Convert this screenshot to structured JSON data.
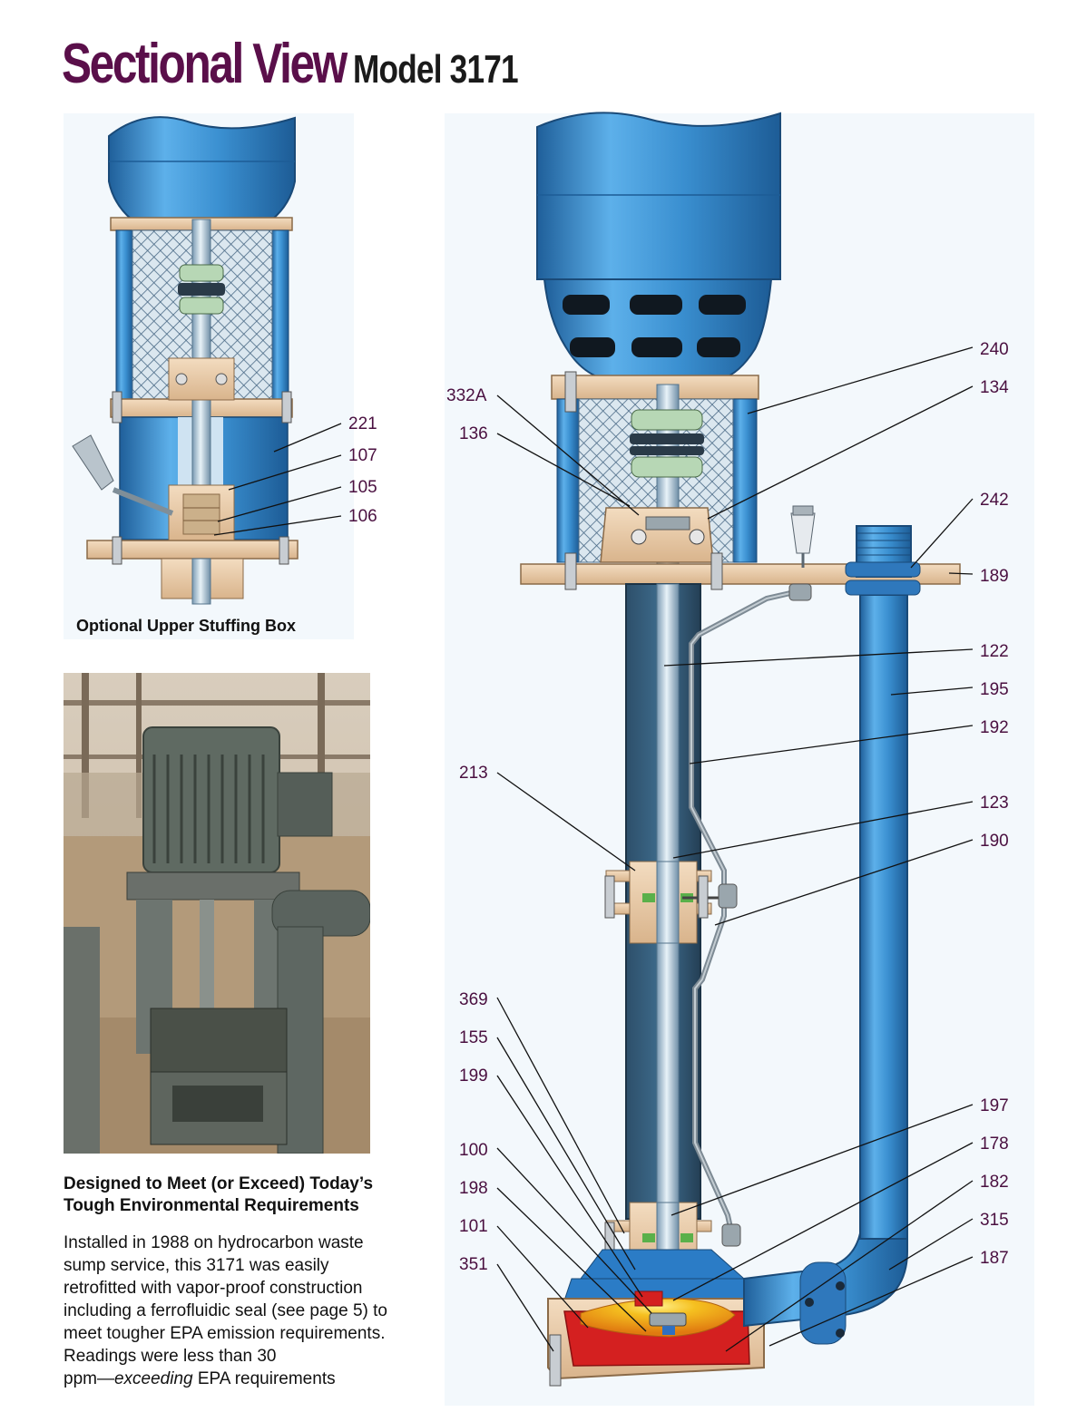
{
  "title": {
    "main": "Sectional View",
    "model": "Model 3171"
  },
  "inset": {
    "caption": "Optional Upper Stuffing Box",
    "labels": [
      {
        "id": "221",
        "text": "221"
      },
      {
        "id": "107",
        "text": "107"
      },
      {
        "id": "105",
        "text": "105"
      },
      {
        "id": "106",
        "text": "106"
      }
    ]
  },
  "main_labels": {
    "right": [
      "240",
      "134",
      "242",
      "189",
      "122",
      "195",
      "192",
      "123",
      "190",
      "197",
      "178",
      "182",
      "315",
      "187"
    ],
    "left": [
      "332A",
      "136",
      "213",
      "369",
      "155",
      "199",
      "100",
      "198",
      "101",
      "351"
    ]
  },
  "article": {
    "heading_line1": "Designed to Meet (or Exceed) Today’s",
    "heading_line2": "Tough Environmental Requirements",
    "body_lines": [
      "Installed in 1988 on hydrocarbon waste",
      "sump service, this 3171 was easily",
      "retrofitted with vapor-proof construction",
      "including a ferrofluidic seal (see page 5) to",
      "meet tougher EPA emission requirements.",
      "Readings were less than 30"
    ],
    "body_last_prefix": "ppm—",
    "body_last_em": "exceeding",
    "body_last_suffix": " EPA requirements"
  },
  "colors": {
    "title_purple": "#5a0f4a",
    "motor_blue": "#3a8fd0",
    "flange_tan": "#e8c9a4",
    "impeller_red": "#d42020",
    "impeller_yellow": "#f5c020",
    "label_purple": "#4a1040"
  }
}
